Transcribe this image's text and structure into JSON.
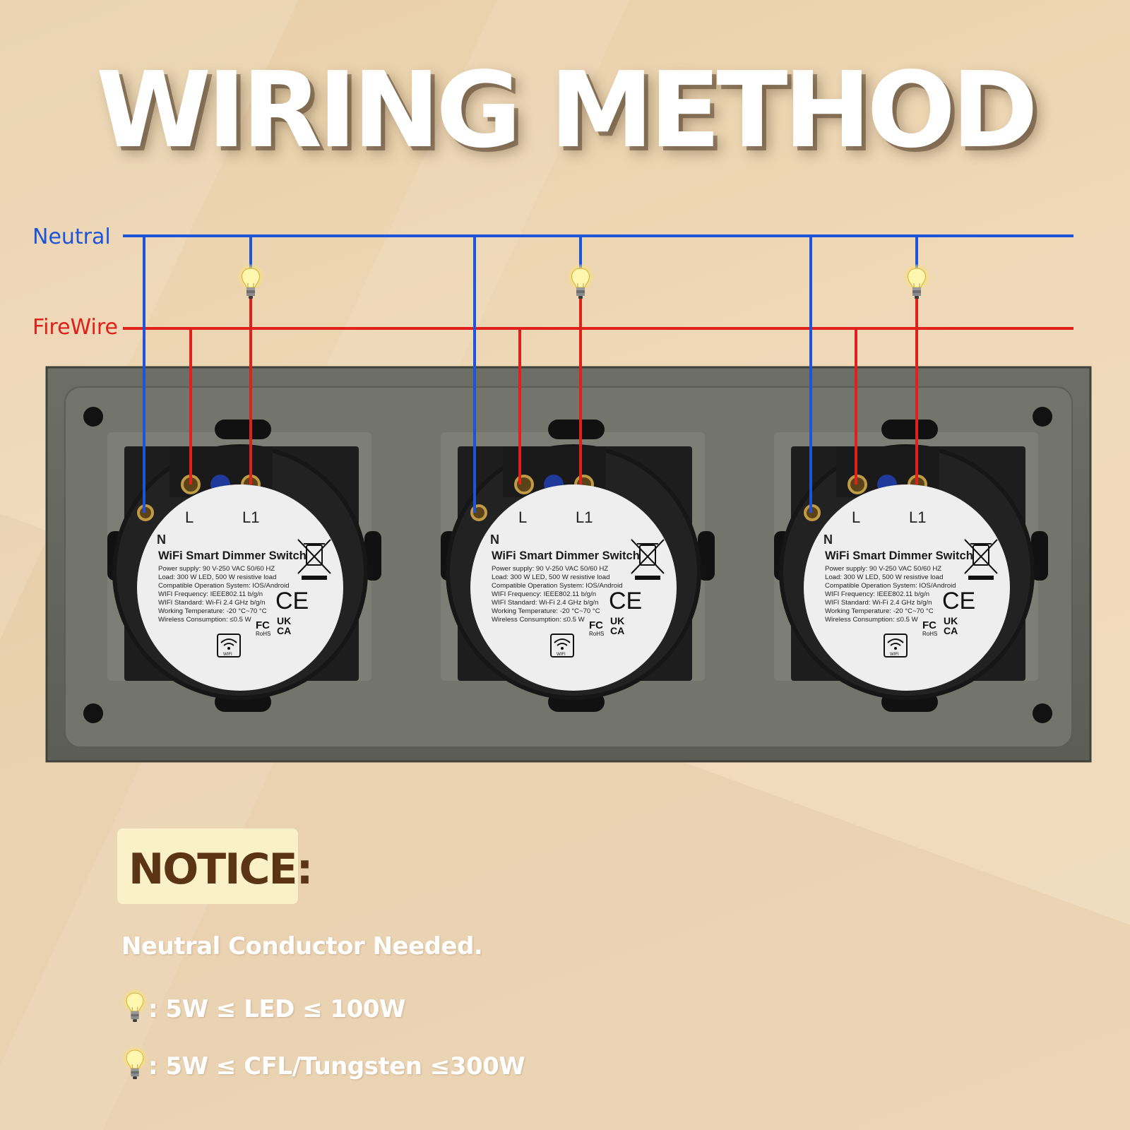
{
  "header": {
    "title": "WIRING METHOD"
  },
  "wires": {
    "neutral_label": "Neutral",
    "firewire_label": "FireWire",
    "neutral_color": "#1e55d8",
    "fire_color": "#e0201a"
  },
  "modules": [
    {
      "terminal_n": "N",
      "terminal_l": "L",
      "terminal_l1": "L1",
      "product": "WiFi Smart Dimmer Switch",
      "specs": [
        "Power supply: 90 V-250 VAC 50/60 HZ",
        "Load: 300 W LED, 500 W resistive load",
        "Compatible Operation System: IOS/Android",
        "WIFI Frequency: IEEE802.11 b/g/n",
        "WIFI Standard: Wi-Fi 2.4 GHz b/g/n",
        "Working Temperature: -20 °C~70 °C",
        "Wireless Consumption: ≤0.5 W"
      ],
      "mark_ce": "CE",
      "mark_fc": "FC",
      "mark_rohs": "RoHS",
      "mark_uk": "UK",
      "mark_ca": "CA",
      "wifi_label": "WIFI"
    },
    {
      "terminal_n": "N",
      "terminal_l": "L",
      "terminal_l1": "L1",
      "product": "WiFi Smart Dimmer Switch",
      "specs": [
        "Power supply: 90 V-250 VAC 50/60 HZ",
        "Load: 300 W LED, 500 W resistive load",
        "Compatible Operation System: IOS/Android",
        "WIFI Frequency: IEEE802.11 b/g/n",
        "WIFI Standard: Wi-Fi 2.4 GHz b/g/n",
        "Working Temperature: -20 °C~70 °C",
        "Wireless Consumption: ≤0.5 W"
      ],
      "mark_ce": "CE",
      "mark_fc": "FC",
      "mark_rohs": "RoHS",
      "mark_uk": "UK",
      "mark_ca": "CA",
      "wifi_label": "WIFI"
    },
    {
      "terminal_n": "N",
      "terminal_l": "L",
      "terminal_l1": "L1",
      "product": "WiFi Smart Dimmer Switch",
      "specs": [
        "Power supply: 90 V-250 VAC 50/60 HZ",
        "Load: 300 W LED, 500 W resistive load",
        "Compatible Operation System: IOS/Android",
        "WIFI Frequency: IEEE802.11 b/g/n",
        "WIFI Standard: Wi-Fi 2.4 GHz b/g/n",
        "Working Temperature: -20 °C~70 °C",
        "Wireless Consumption: ≤0.5 W"
      ],
      "mark_ce": "CE",
      "mark_fc": "FC",
      "mark_rohs": "RoHS",
      "mark_uk": "UK",
      "mark_ca": "CA",
      "wifi_label": "WIFI"
    }
  ],
  "notice": {
    "title": "NOTICE:",
    "neutral_note": "Neutral Conductor Needed.",
    "led_note": ": 5W ≤ LED ≤ 100W",
    "cfl_note": ": 5W ≤ CFL/Tungsten ≤300W"
  },
  "icons": {
    "bulb": "light-bulb-icon",
    "wifi": "wifi-icon",
    "recycle": "weee-bin-icon"
  }
}
